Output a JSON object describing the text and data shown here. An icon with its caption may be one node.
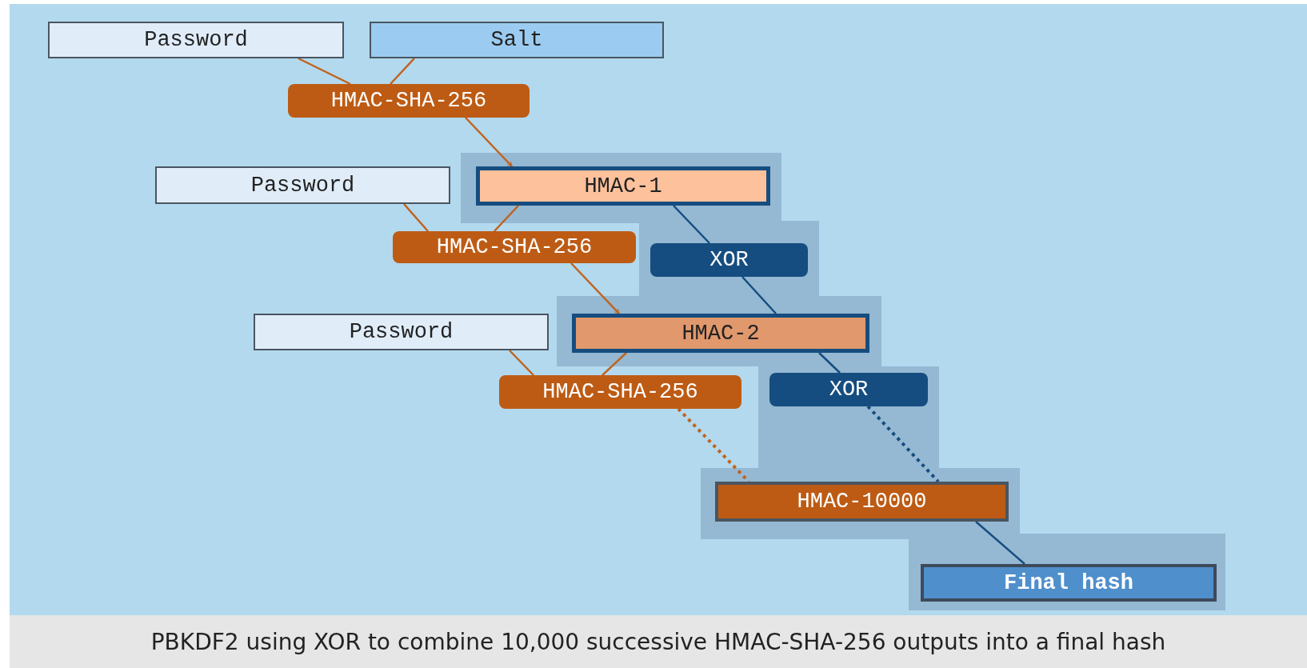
{
  "diagram": {
    "caption": "PBKDF2 using XOR to combine 10,000 successive HMAC-SHA-256 outputs into a final hash",
    "nodes": [
      {
        "text": [
          "Password"
        ]
      },
      {
        "text": [
          "Salt"
        ]
      },
      {
        "text": [
          "HMAC-SHA-256"
        ]
      },
      {
        "text": [
          "HMAC-1"
        ]
      },
      {
        "text": [
          "Password"
        ]
      },
      {
        "text": [
          "HMAC-SHA-256"
        ]
      },
      {
        "text": [
          "XOR"
        ]
      },
      {
        "text": [
          "HMAC-2"
        ]
      },
      {
        "text": [
          "Password"
        ]
      },
      {
        "text": [
          "HMAC-SHA-256"
        ]
      },
      {
        "text": [
          "XOR"
        ]
      },
      {
        "text": [
          "HMAC-10000"
        ]
      },
      {
        "text": [
          "Final hash"
        ]
      }
    ],
    "edges": [
      {
        "from": 0,
        "to": 2,
        "arrow": "none"
      },
      {
        "from": 1,
        "to": 2,
        "arrow": "none"
      },
      {
        "from": 2,
        "to": 3,
        "arrow": "to"
      },
      {
        "from": 4,
        "to": 5,
        "arrow": "none"
      },
      {
        "from": 3,
        "to": 5,
        "arrow": "none"
      },
      {
        "from": 5,
        "to": 7,
        "arrow": "to"
      },
      {
        "from": 3,
        "to": 6,
        "arrow": "none",
        "color": "#164d80"
      },
      {
        "from": 6,
        "to": 7,
        "arrow": "none",
        "color": "#164d80"
      },
      {
        "from": 8,
        "to": 9,
        "arrow": "none"
      },
      {
        "from": 7,
        "to": 9,
        "arrow": "none"
      },
      {
        "from": 7,
        "to": 10,
        "arrow": "none",
        "color": "#164d80"
      },
      {
        "from": 9,
        "to": 11,
        "arrow": "none",
        "style": "dashed"
      },
      {
        "from": 10,
        "to": 11,
        "arrow": "none",
        "style": "dashed",
        "color": "#164d80"
      },
      {
        "from": 11,
        "to": 12,
        "arrow": "none",
        "color": "#164d80"
      }
    ]
  }
}
